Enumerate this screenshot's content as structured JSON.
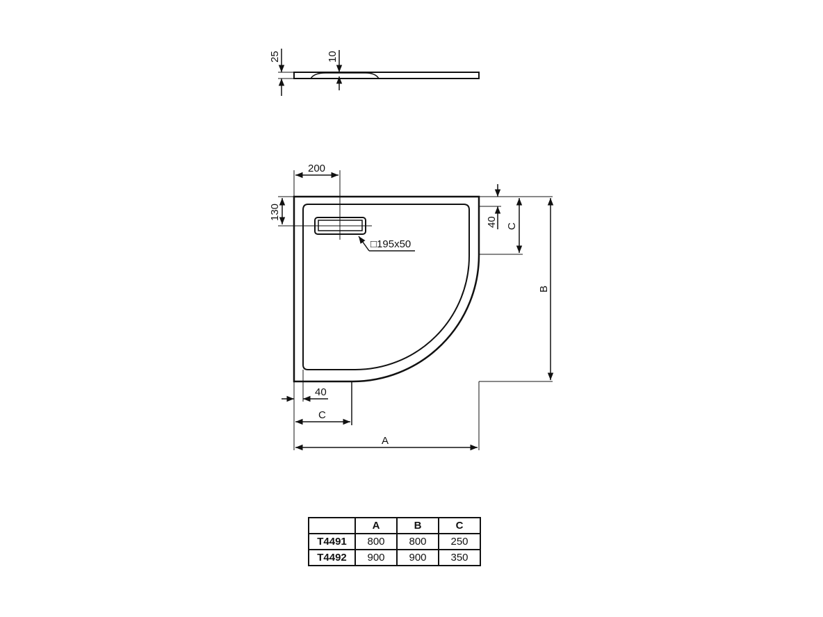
{
  "drawing": {
    "side_view": {
      "thickness_label": "25",
      "drain_depth_label": "10"
    },
    "plan_view": {
      "drain_offset_x_label": "200",
      "drain_offset_y_label": "130",
      "drain_size_label": "□195x50",
      "rim_right_label": "40",
      "rim_bottom_label": "40",
      "straight_right_label": "C",
      "straight_bottom_label": "C",
      "width_label": "A",
      "depth_label": "B"
    }
  },
  "spec_table": {
    "headers": [
      "",
      "A",
      "B",
      "C"
    ],
    "rows": [
      {
        "model": "T4491",
        "A": "800",
        "B": "800",
        "C": "250"
      },
      {
        "model": "T4492",
        "A": "900",
        "B": "900",
        "C": "350"
      }
    ]
  }
}
